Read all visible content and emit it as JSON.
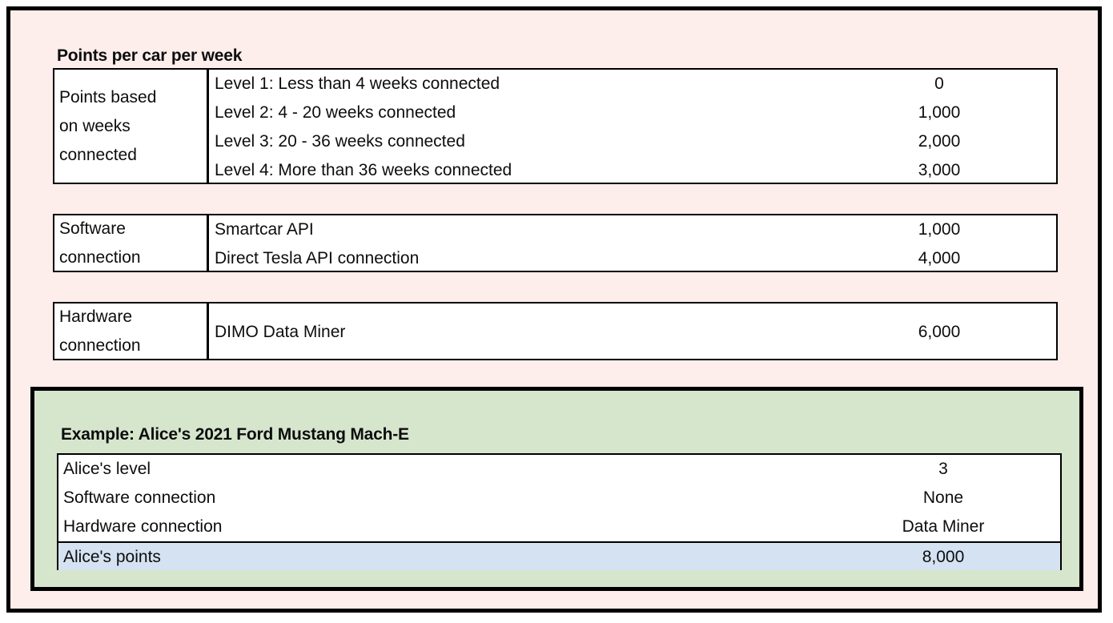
{
  "panel": {
    "background_color": "#fdeeec",
    "border_color": "#000000"
  },
  "weeks_section": {
    "title": "Points per car per week",
    "label_lines": [
      "Points based",
      "on weeks",
      "connected"
    ],
    "rows": [
      {
        "description": "Level 1: Less than 4 weeks connected",
        "points": "0"
      },
      {
        "description": "Level 2: 4 - 20 weeks connected",
        "points": "1,000"
      },
      {
        "description": "Level 3: 20 - 36 weeks connected",
        "points": "2,000"
      },
      {
        "description": "Level 4: More than 36 weeks connected",
        "points": "3,000"
      }
    ]
  },
  "software_section": {
    "label_lines": [
      "Software",
      "connection"
    ],
    "rows": [
      {
        "description": "Smartcar API",
        "points": "1,000"
      },
      {
        "description": "Direct Tesla API connection",
        "points": "4,000"
      }
    ]
  },
  "hardware_section": {
    "label_lines": [
      "Hardware",
      "connection"
    ],
    "rows": [
      {
        "description": "DIMO Data Miner",
        "points": "6,000"
      }
    ]
  },
  "example_section": {
    "background_color": "#d6e6cd",
    "highlight_color": "#d4e2f2",
    "title": "Example: Alice's 2021 Ford Mustang Mach-E",
    "rows": [
      {
        "label": "Alice's level",
        "value": "3",
        "highlight": false
      },
      {
        "label": "Software connection",
        "value": "None",
        "highlight": false
      },
      {
        "label": "Hardware connection",
        "value": "Data Miner",
        "highlight": false
      },
      {
        "label": "Alice's points",
        "value": "8,000",
        "highlight": true
      }
    ]
  }
}
